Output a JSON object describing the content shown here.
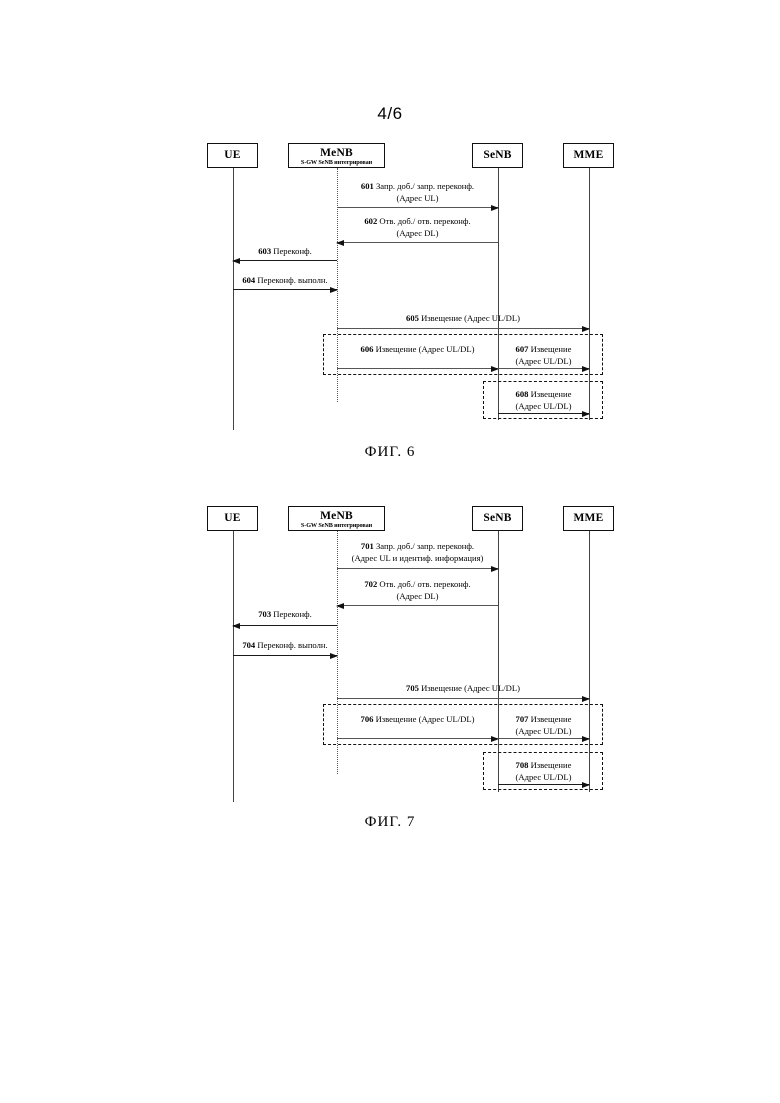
{
  "page": {
    "number": "4/6"
  },
  "figures": [
    {
      "id": "fig6",
      "caption": "ФИГ. 6",
      "actors": [
        {
          "name": "ue",
          "title": "UE",
          "subtitle": ""
        },
        {
          "name": "menb",
          "title": "MeNB",
          "subtitle": "S-GW SeNB интегрирован"
        },
        {
          "name": "senb",
          "title": "SeNB",
          "subtitle": ""
        },
        {
          "name": "mme",
          "title": "MME",
          "subtitle": ""
        }
      ],
      "messages": [
        {
          "num": "601",
          "text": "Запр. доб./ запр. переконф.",
          "text2": "(Адрес UL)",
          "from": "menb",
          "to": "senb",
          "dir": "right"
        },
        {
          "num": "602",
          "text": "Отв. доб./ отв. переконф.",
          "text2": "(Адрес DL)",
          "from": "senb",
          "to": "menb",
          "dir": "left"
        },
        {
          "num": "603",
          "text": "Переконф.",
          "text2": "",
          "from": "menb",
          "to": "ue",
          "dir": "left"
        },
        {
          "num": "604",
          "text": "Переконф. выполн.",
          "text2": "",
          "from": "ue",
          "to": "menb",
          "dir": "right"
        },
        {
          "num": "605",
          "text": "Извещение  (Адрес UL/DL)",
          "text2": "",
          "from": "menb",
          "to": "mme",
          "dir": "right"
        },
        {
          "num": "606",
          "text": "Извещение  (Адрес UL/DL)",
          "text2": "",
          "from": "menb",
          "to": "senb",
          "dir": "right"
        },
        {
          "num": "607",
          "text": "Извещение",
          "text2": "(Адрес UL/DL)",
          "from": "senb",
          "to": "mme",
          "dir": "right"
        },
        {
          "num": "608",
          "text": "Извещение",
          "text2": "(Адрес UL/DL)",
          "from": "senb",
          "to": "mme",
          "dir": "right"
        }
      ]
    },
    {
      "id": "fig7",
      "caption": "ФИГ. 7",
      "actors": [
        {
          "name": "ue",
          "title": "UE",
          "subtitle": ""
        },
        {
          "name": "menb",
          "title": "MeNB",
          "subtitle": "S-GW SeNB интегрирован"
        },
        {
          "name": "senb",
          "title": "SeNB",
          "subtitle": ""
        },
        {
          "name": "mme",
          "title": "MME",
          "subtitle": ""
        }
      ],
      "messages": [
        {
          "num": "701",
          "text": "Запр. доб./ запр. переконф.",
          "text2": "(Адрес UL и идентиф. информация)",
          "from": "menb",
          "to": "senb",
          "dir": "right"
        },
        {
          "num": "702",
          "text": "Отв. доб./ отв. переконф.",
          "text2": "(Адрес DL)",
          "from": "senb",
          "to": "menb",
          "dir": "left"
        },
        {
          "num": "703",
          "text": "Переконф.",
          "text2": "",
          "from": "menb",
          "to": "ue",
          "dir": "left"
        },
        {
          "num": "704",
          "text": "Переконф. выполн.",
          "text2": "",
          "from": "ue",
          "to": "menb",
          "dir": "right"
        },
        {
          "num": "705",
          "text": "Извещение  (Адрес UL/DL)",
          "text2": "",
          "from": "menb",
          "to": "mme",
          "dir": "right"
        },
        {
          "num": "706",
          "text": "Извещение  (Адрес UL/DL)",
          "text2": "",
          "from": "menb",
          "to": "senb",
          "dir": "right"
        },
        {
          "num": "707",
          "text": "Извещение",
          "text2": "(Адрес UL/DL)",
          "from": "senb",
          "to": "mme",
          "dir": "right"
        },
        {
          "num": "708",
          "text": "Извещение",
          "text2": "(Адрес UL/DL)",
          "from": "senb",
          "to": "mme",
          "dir": "right"
        }
      ]
    }
  ]
}
